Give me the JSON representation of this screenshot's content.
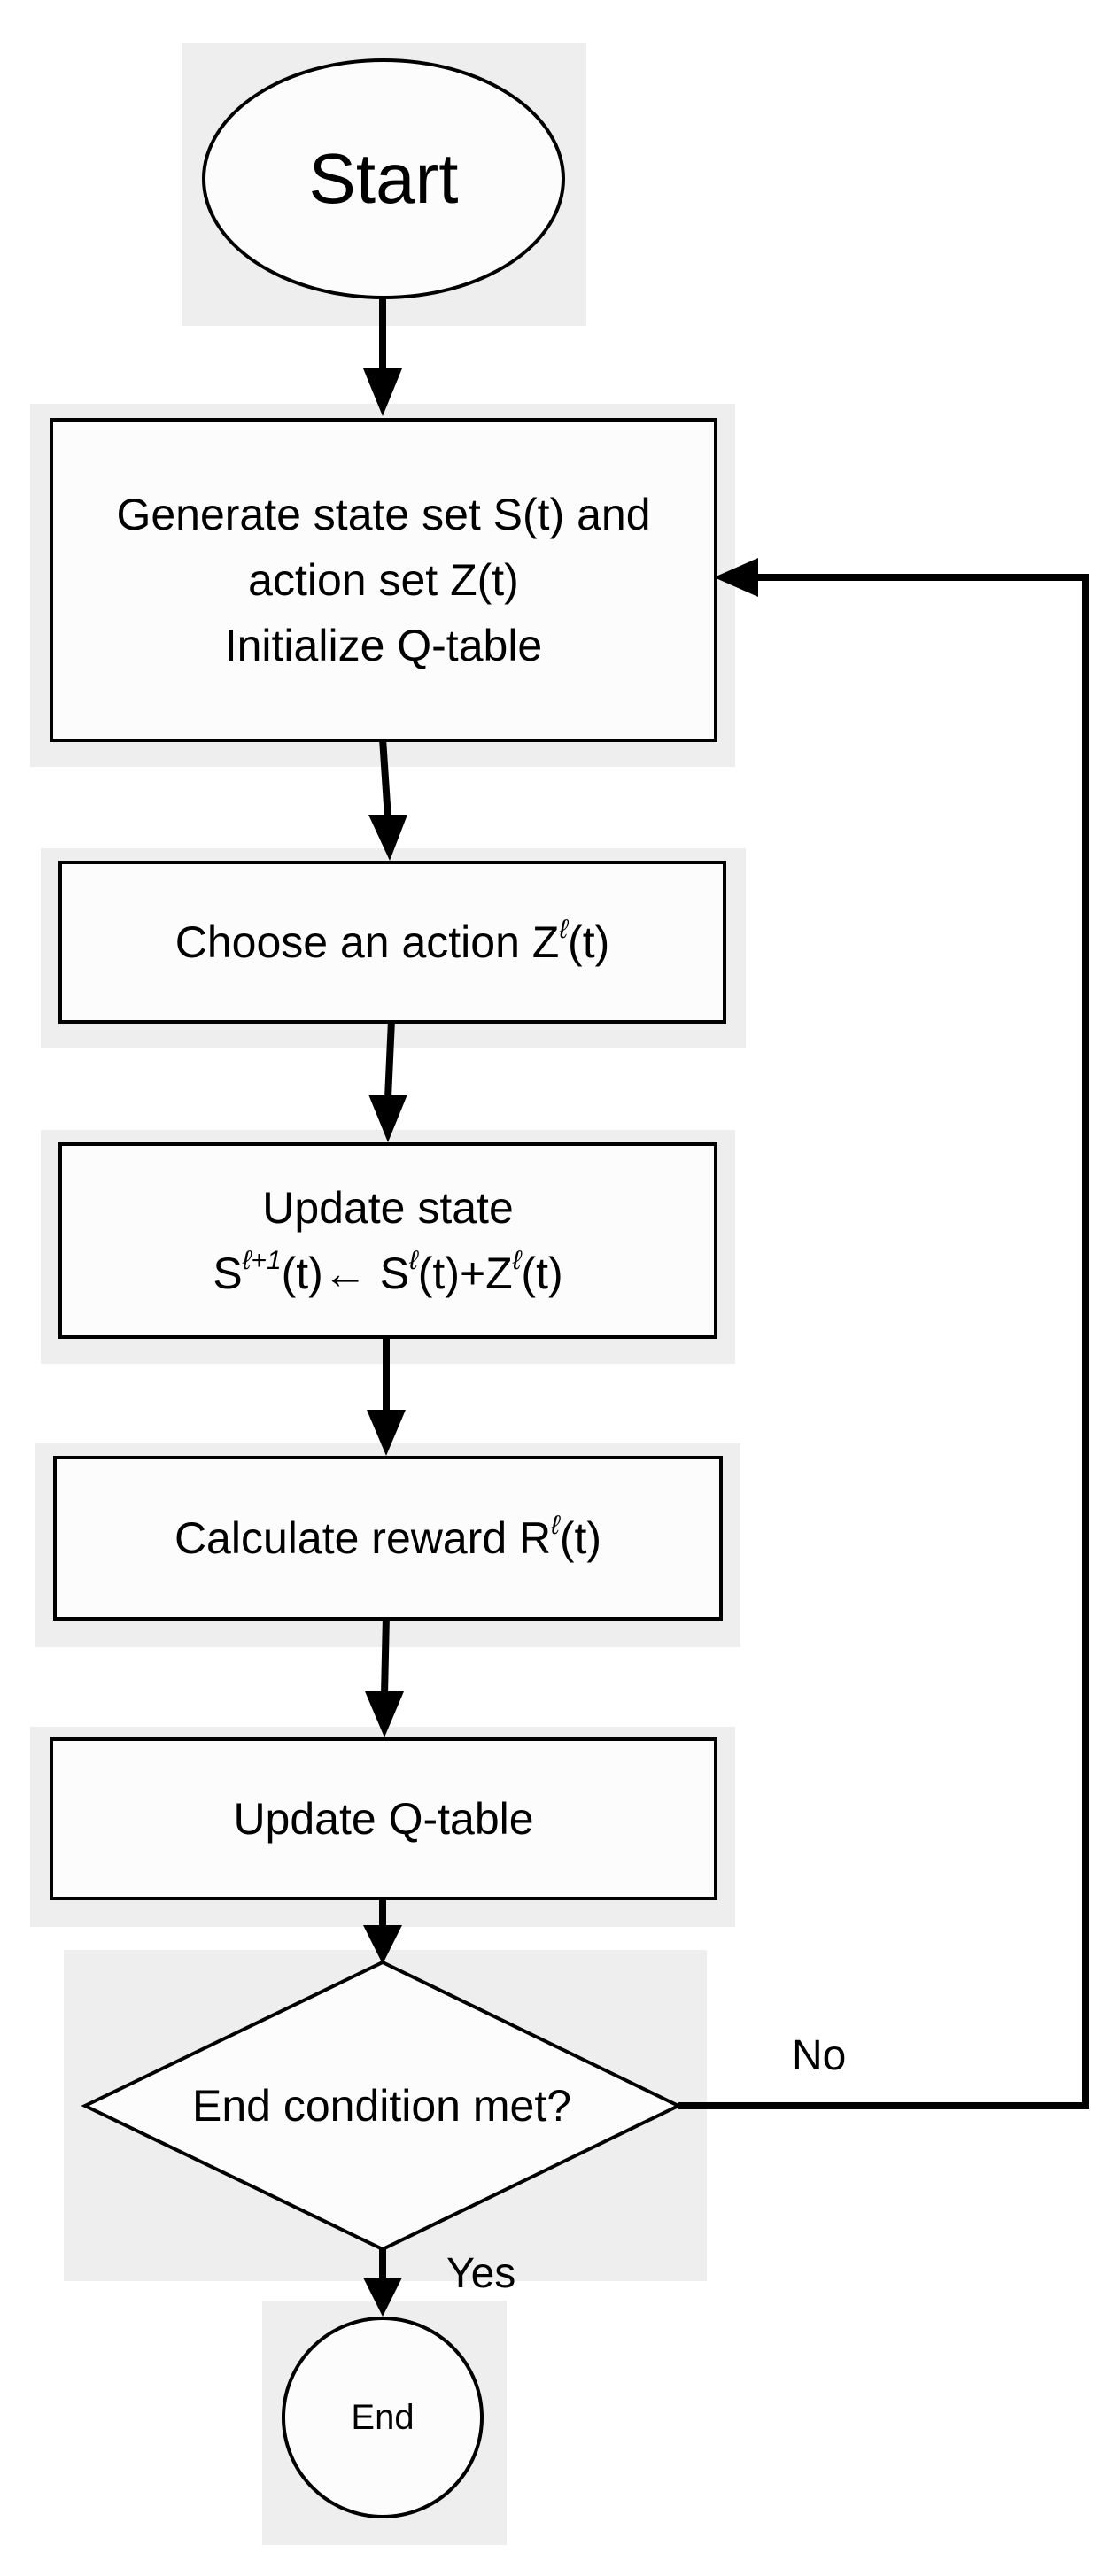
{
  "nodes": {
    "start": "Start",
    "init": {
      "line1": "Generate state set S(t) and",
      "line2": "action set Z(t)",
      "line3": "Initialize Q-table"
    },
    "choose": {
      "text": "Choose an action Z",
      "sup": "ℓ",
      "tail": "(t)"
    },
    "update_state": {
      "line1": "Update state",
      "s": "S",
      "sup1": "ℓ+1",
      "mid": "(t)←  S",
      "sup2": "ℓ",
      "mid2": "(t)+Z",
      "sup3": "ℓ",
      "tail": "(t)"
    },
    "reward": {
      "text": "Calculate reward R",
      "sup": "ℓ",
      "tail": "(t)"
    },
    "update_q": "Update Q-table",
    "decision": "End condition met?",
    "end": "End"
  },
  "edges": {
    "no_label": "No",
    "yes_label": "Yes"
  }
}
